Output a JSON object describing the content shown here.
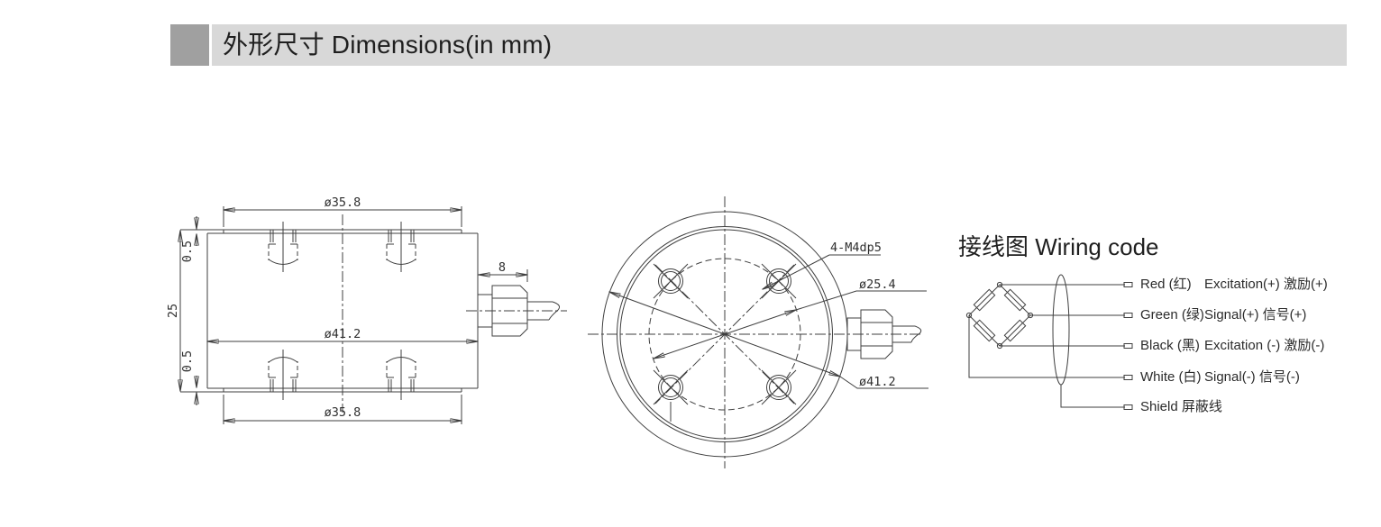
{
  "header": {
    "title": "外形尺寸 Dimensions(in mm)",
    "accent_color": "#a0a0a0",
    "bar_color": "#d8d8d8"
  },
  "drawing": {
    "line_color": "#3f3f3f",
    "side_view": {
      "dims": {
        "top_diameter": "ø35.8",
        "bottom_diameter": "ø35.8",
        "body_diameter": "ø41.2",
        "height": "25",
        "lip_top": "0.5",
        "lip_bottom": "0.5",
        "gland_length": "8"
      }
    },
    "top_view": {
      "labels": {
        "holes": "4-M4dp5",
        "bolt_circle": "ø25.4",
        "outer_diameter": "ø41.2"
      }
    }
  },
  "wiring": {
    "title": "接线图 Wiring code",
    "rows": [
      {
        "wire": "Red (红)",
        "desc": "Excitation(+) 激励(+)"
      },
      {
        "wire": "Green (绿)",
        "desc": "Signal(+) 信号(+)"
      },
      {
        "wire": "Black (黑)",
        "desc": "Excitation (-) 激励(-)"
      },
      {
        "wire": "White (白)",
        "desc": "Signal(-) 信号(-)"
      },
      {
        "wire": "Shield 屏蔽线",
        "desc": ""
      }
    ]
  }
}
